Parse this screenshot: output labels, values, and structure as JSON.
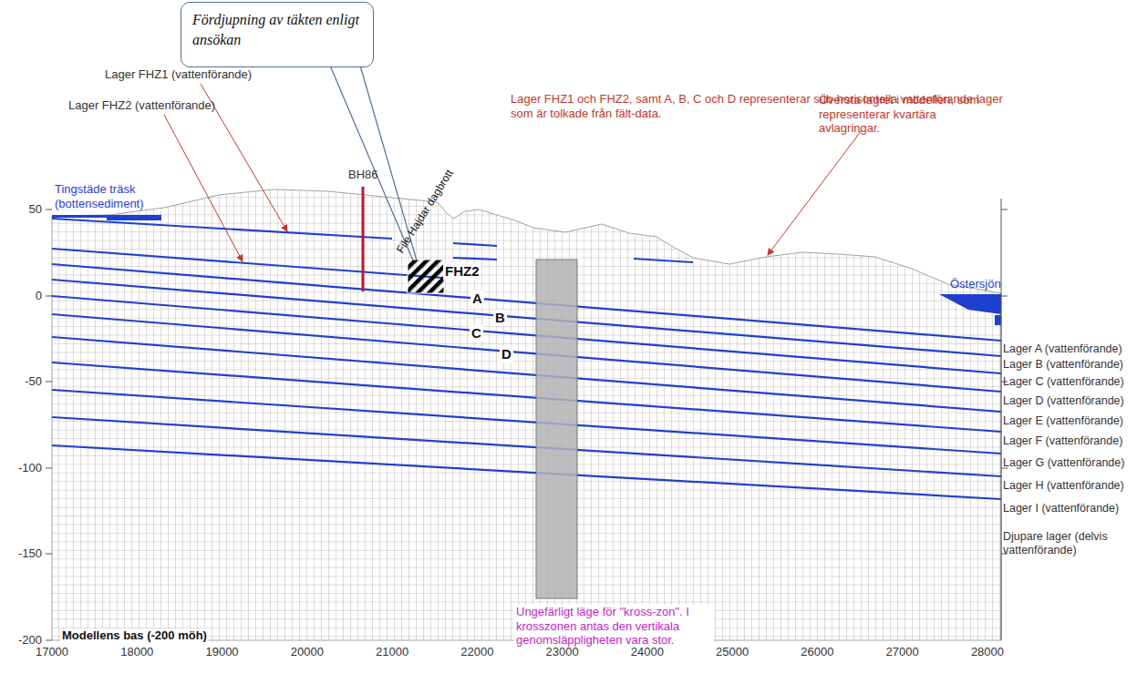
{
  "diagram": {
    "nodes": [
      {
        "text": [
          "Fördjupning av täkten enligt ansökan"
        ]
      }
    ],
    "labels": [
      "Lager FHZ1 (vattenförande)",
      "Lager FHZ2 (vattenförande)",
      "Lager FHZ1 och FHZ2, samt A, B, C och D representerar sub-horisontella vattenförande lager som är tolkade från fält-data.",
      "Tingstäde träsk (bottensediment)",
      "BH86",
      "File Hajdar dagbrott",
      "FHZ2",
      "A",
      "B",
      "C",
      "D",
      "Översta lagret i modellen, som representerar kvartära avlagringar.",
      "Östersjön",
      "Lager A (vattenförande)",
      "Lager B (vattenförande)",
      "Lager C (vattenförande)",
      "Lager D (vattenförande)",
      "Lager E (vattenförande)",
      "Lager F (vattenförande)",
      "Lager G (vattenförande)",
      "Lager H (vattenförande)",
      "Lager I (vattenförande)",
      "Djupare lager (delvis vattenförande)",
      "Ungefärligt läge för \"kross-zon\". I krosszonen antas den vertikala genomsläppligheten vara stor.",
      "Modellens bas (-200 möh)",
      "50",
      "0",
      "-50",
      "-100",
      "-150",
      "-200",
      "17000",
      "18000",
      "19000",
      "20000",
      "21000",
      "22000",
      "23000",
      "24000",
      "25000",
      "26000",
      "27000",
      "28000"
    ]
  }
}
